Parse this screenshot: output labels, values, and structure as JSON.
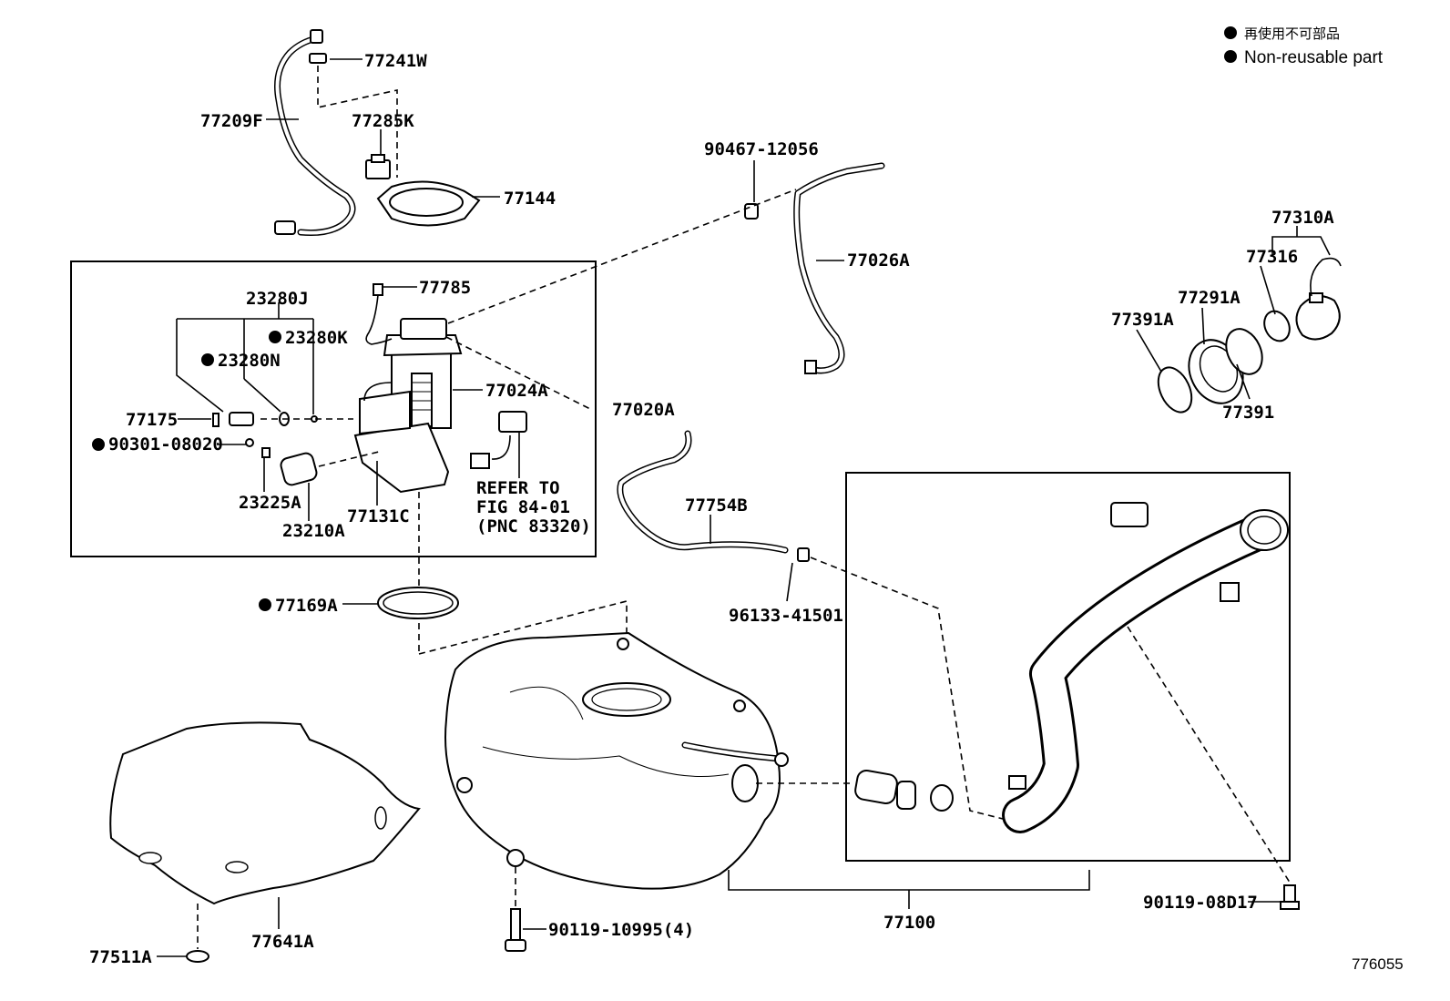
{
  "diagram_id": "776055",
  "legend": {
    "jp": "再使用不可部品",
    "en": "Non-reusable part"
  },
  "labels": {
    "p77241W": "77241W",
    "p77209F": "77209F",
    "p77285K": "77285K",
    "p77144": "77144",
    "p90467": "90467-12056",
    "p77026A": "77026A",
    "p77310A": "77310A",
    "p77316": "77316",
    "p77291A": "77291A",
    "p77391A": "77391A",
    "p77391": "77391",
    "p77785": "77785",
    "p23280J": "23280J",
    "p23280K": "23280K",
    "p23280N": "23280N",
    "p77024A": "77024A",
    "p77020A": "77020A",
    "p77175": "77175",
    "p90301": "90301-08020",
    "p23225A": "23225A",
    "p23210A": "23210A",
    "p77131C": "77131C",
    "refer1": "REFER TO",
    "refer2": "FIG 84-01",
    "refer3": "(PNC 83320)",
    "p77754B": "77754B",
    "p96133": "96133-41501",
    "p77169A": "77169A",
    "p77100": "77100",
    "p90119a": "90119-10995(4)",
    "p90119b": "90119-08D17",
    "p77511A": "77511A",
    "p77641A": "77641A"
  }
}
